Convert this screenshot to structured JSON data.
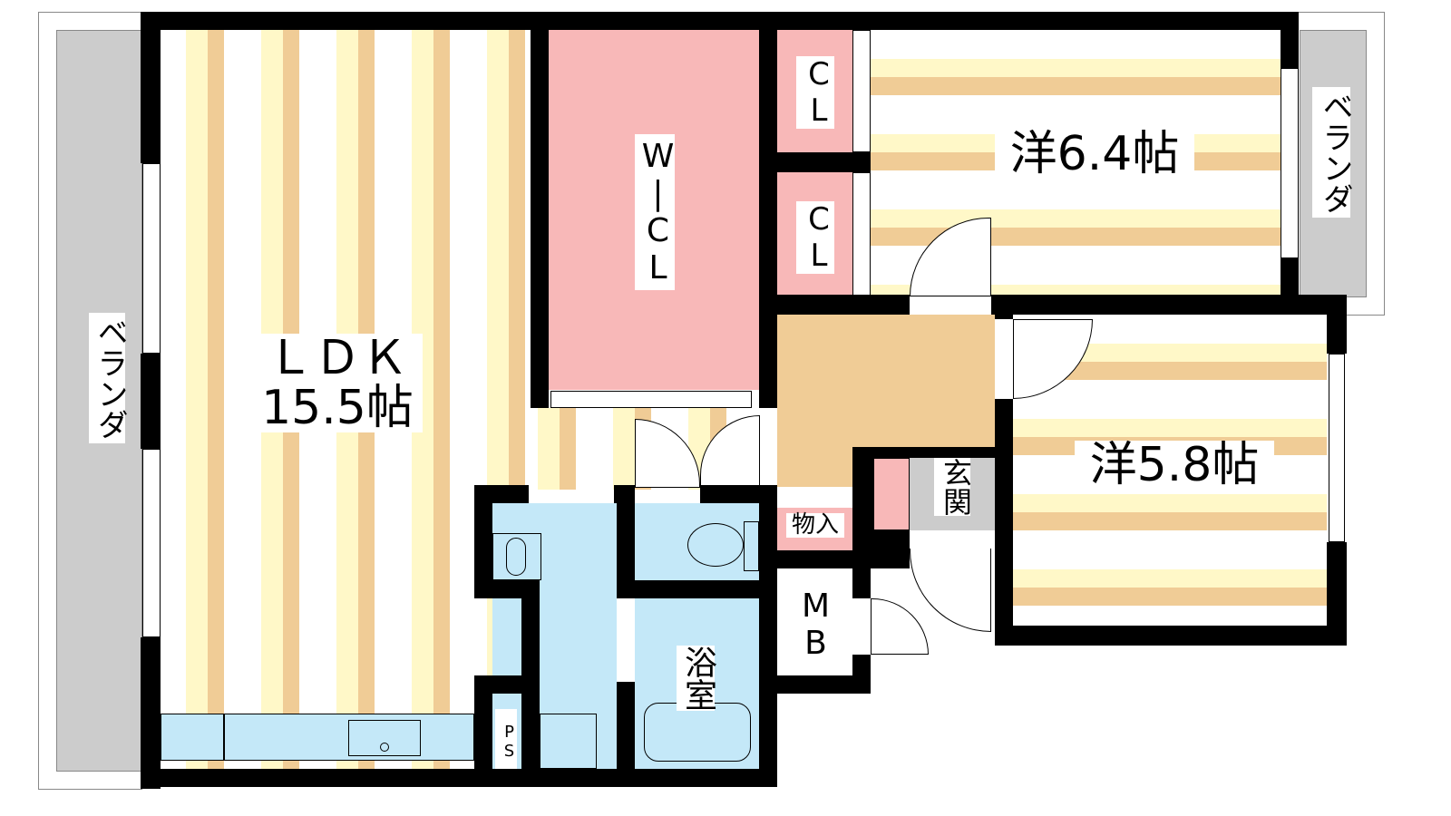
{
  "rooms": {
    "ldk": {
      "name": "ＬＤＫ",
      "size": "15.5帖"
    },
    "wcl": {
      "name": "W|CL"
    },
    "cl_top": {
      "name": "CL"
    },
    "cl_bottom": {
      "name": "CL"
    },
    "western_1": {
      "name": "洋6.4帖"
    },
    "western_2": {
      "name": "洋5.8帖"
    },
    "balcony_left": {
      "name": "ベランダ"
    },
    "balcony_right": {
      "name": "ベランダ"
    },
    "entrance": {
      "name": "玄関"
    },
    "storage": {
      "name": "物入"
    },
    "mb": {
      "name": "MB"
    },
    "bath": {
      "name": "浴室"
    },
    "ps": {
      "name": "PS"
    }
  },
  "colors": {
    "wall": "#000000",
    "floor_wood": "#f0cc96",
    "floor_light": "#fff8c8",
    "closet": "#f8b8b8",
    "wet_area": "#c4e8f8",
    "balcony": "#cccccc"
  }
}
